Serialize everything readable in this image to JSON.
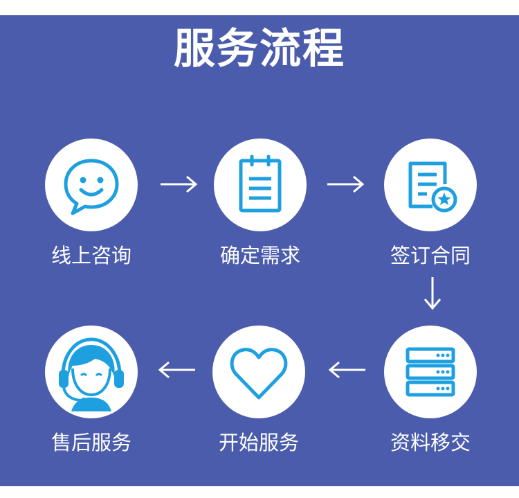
{
  "title": "服务流程",
  "colors": {
    "background": "#4a5cab",
    "circle": "#ffffff",
    "icon": "#1ea0e0",
    "text": "#ffffff"
  },
  "steps": [
    {
      "label": "线上咨询",
      "icon": "smile-chat-icon"
    },
    {
      "label": "确定需求",
      "icon": "clipboard-icon"
    },
    {
      "label": "签订合同",
      "icon": "contract-icon"
    },
    {
      "label": "资料移交",
      "icon": "server-stack-icon"
    },
    {
      "label": "开始服务",
      "icon": "heart-icon"
    },
    {
      "label": "售后服务",
      "icon": "headset-agent-icon"
    }
  ],
  "arrows": [
    "right",
    "right",
    "down",
    "left",
    "left"
  ]
}
